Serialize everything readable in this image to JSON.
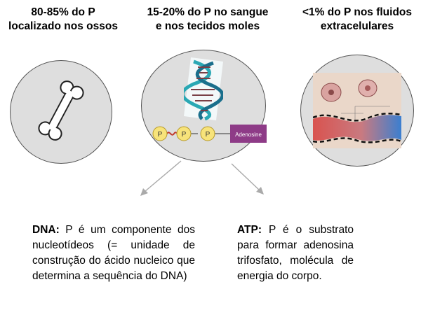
{
  "headings": {
    "bone": [
      "80-85% do P",
      "localizado nos ossos"
    ],
    "blood": [
      "15-20% do P no sangue",
      "e nos tecidos moles"
    ],
    "fluid": [
      "<1% do P nos fluidos",
      "extracelulares"
    ]
  },
  "atp_diagram": {
    "phosphate_labels": [
      "P",
      "P",
      "P"
    ],
    "adenosine_label": "Adenosine"
  },
  "descriptions": {
    "dna": {
      "term": "DNA:",
      "text": " P é um componente dos nucleotídeos (= unidade de construção do ácido nucleico que determina a sequência do DNA)"
    },
    "atp": {
      "term": "ATP:",
      "text": " P é o substrato para formar adenosina trifosfato, molécula de energia do corpo."
    }
  },
  "colors": {
    "circle_fill": "#dedede",
    "phosphate_fill": "#f7e37a",
    "adenosine_fill": "#8e3b87",
    "helix_teal": "#2aa8b4",
    "blood_red": "#d9534f",
    "blood_blue": "#3b7fd0"
  }
}
